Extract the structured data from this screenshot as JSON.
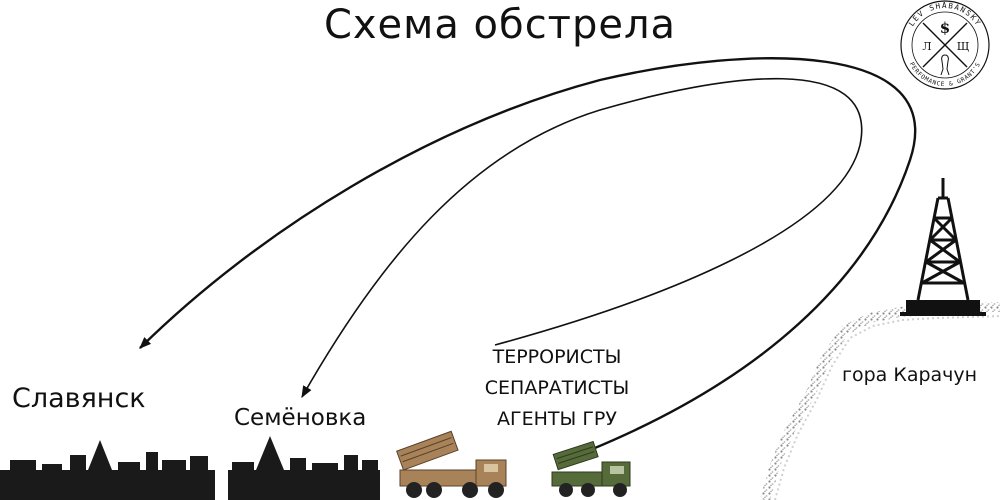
{
  "title": "Схема обстрела",
  "labels": {
    "slavyansk": "Славянск",
    "semenovka": "Семёновка",
    "mountain": "гора Карачун"
  },
  "attackers": [
    "ТЕРРОРИСТЫ",
    "СЕПАРАТИСТЫ",
    "АГЕНТЫ ГРУ"
  ],
  "logo": {
    "top": "LEV SHABANSKY",
    "bottom": "PERFOMANCE & GRANT'S",
    "left_letter": "Л",
    "right_letter": "Щ",
    "center_symbol": "$"
  },
  "colors": {
    "ink": "#111111",
    "city": "#1a1a1a",
    "mountain_edge": "#9a9a9a",
    "truck_tan": "#a8835a",
    "truck_green": "#566b3a"
  }
}
